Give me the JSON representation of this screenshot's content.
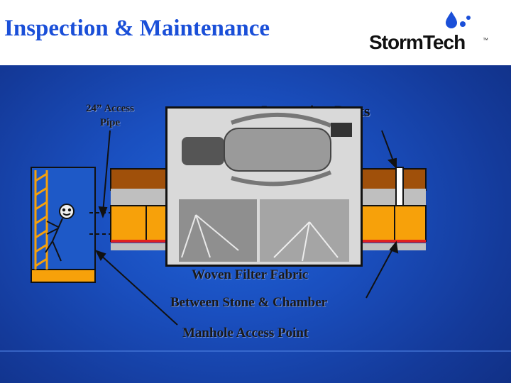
{
  "slide": {
    "title": "Inspection & Maintenance",
    "logo_text": "StormTech",
    "logo_tm": "™"
  },
  "labels": {
    "access_pipe_line1": "24” Access",
    "access_pipe_line2": "Pipe",
    "inspection_ports": "Inspection Ports",
    "fabric_line1": "Woven Filter Fabric",
    "fabric_line2": "Between Stone & Chamber",
    "manhole": "Manhole Access Point"
  },
  "colors": {
    "title": "#1a4fd8",
    "background": "#1a4fbf",
    "chamber_orange": "#f7a10a",
    "soil_brown": "#a0500a",
    "stone_gray": "#bfbfbf",
    "fabric_red": "#e02020"
  }
}
